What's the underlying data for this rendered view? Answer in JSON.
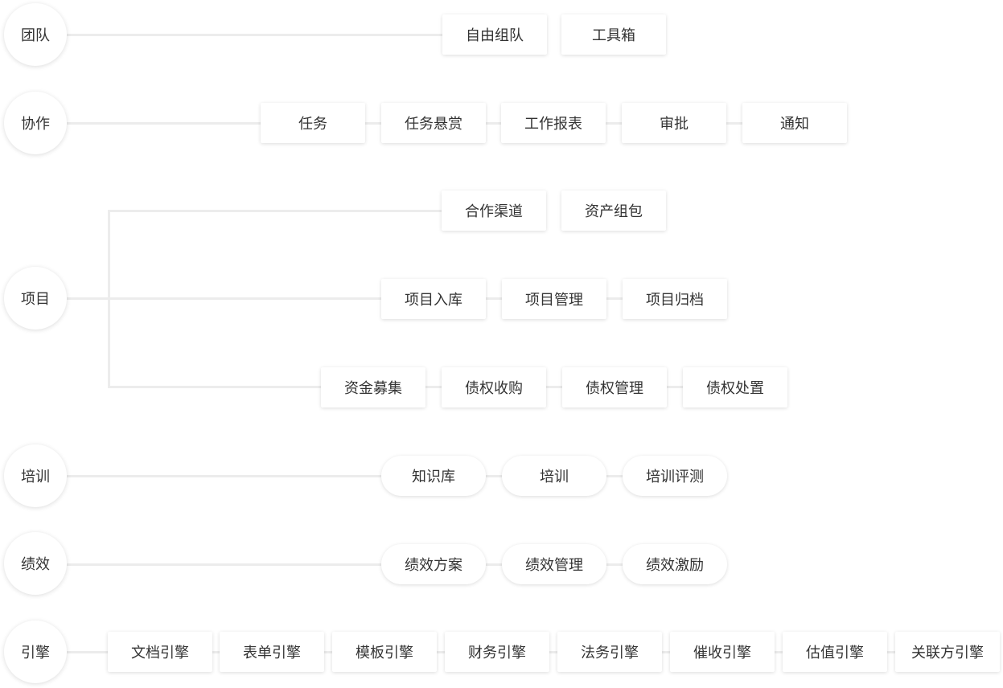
{
  "rows": {
    "team": {
      "label": "团队",
      "nodes": [
        "自由组队",
        "工具箱"
      ]
    },
    "collab": {
      "label": "协作",
      "nodes": [
        "任务",
        "任务悬赏",
        "工作报表",
        "审批",
        "通知"
      ]
    },
    "project": {
      "label": "项目",
      "branch_top": [
        "合作渠道",
        "资产组包"
      ],
      "branch_mid": [
        "项目入库",
        "项目管理",
        "项目归档"
      ],
      "branch_bottom": [
        "资金募集",
        "债权收购",
        "债权管理",
        "债权处置"
      ]
    },
    "training": {
      "label": "培训",
      "nodes": [
        "知识库",
        "培训",
        "培训评测"
      ]
    },
    "performance": {
      "label": "绩效",
      "nodes": [
        "绩效方案",
        "绩效管理",
        "绩效激励"
      ]
    },
    "engine": {
      "label": "引擎",
      "nodes": [
        "文档引擎",
        "表单引擎",
        "模板引擎",
        "财务引擎",
        "法务引擎",
        "催收引擎",
        "估值引擎",
        "关联方引擎"
      ]
    }
  }
}
